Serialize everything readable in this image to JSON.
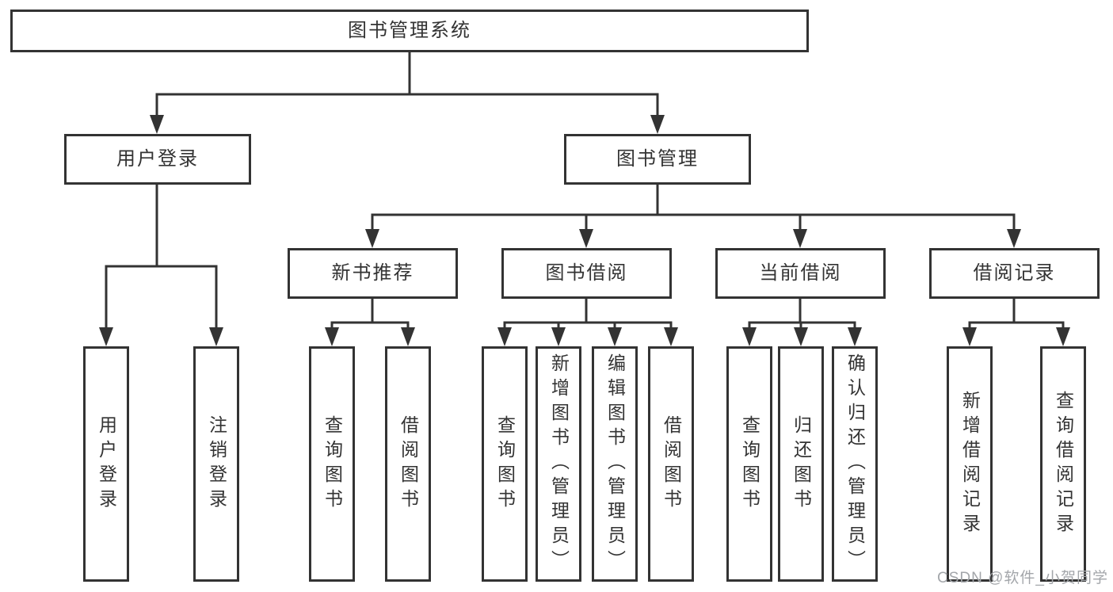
{
  "diagram_title": "图书管理系统",
  "tree": {
    "label": "图书管理系统",
    "children": [
      {
        "label": "用户登录",
        "children": [
          {
            "label": "用户登录"
          },
          {
            "label": "注销登录"
          }
        ]
      },
      {
        "label": "图书管理",
        "children": [
          {
            "label": "新书推荐",
            "children": [
              {
                "label": "查询图书"
              },
              {
                "label": "借阅图书"
              }
            ]
          },
          {
            "label": "图书借阅",
            "children": [
              {
                "label": "查询图书"
              },
              {
                "label": "新增图书（管理员）"
              },
              {
                "label": "编辑图书（管理员）"
              },
              {
                "label": "借阅图书"
              }
            ]
          },
          {
            "label": "当前借阅",
            "children": [
              {
                "label": "查询图书"
              },
              {
                "label": "归还图书"
              },
              {
                "label": "确认归还（管理员）"
              }
            ]
          },
          {
            "label": "借阅记录",
            "children": [
              {
                "label": "新增借阅记录"
              },
              {
                "label": "查询借阅记录"
              }
            ]
          }
        ]
      }
    ]
  },
  "watermark": "CSDN @软件_小贺同学",
  "colors": {
    "line": "#333333",
    "box_border": "#333333",
    "box_background": "#ffffff",
    "text": "#333333",
    "watermark": "#a3a6aa"
  }
}
